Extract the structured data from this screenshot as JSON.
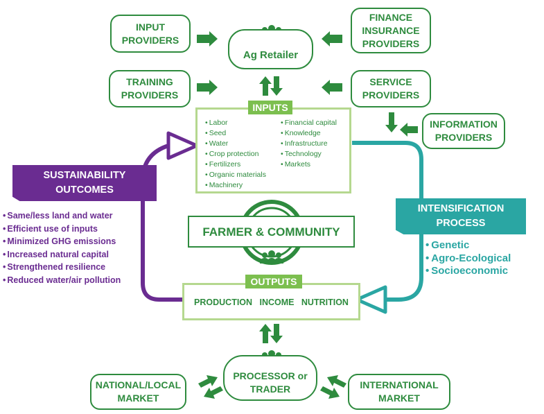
{
  "colors": {
    "green": "#2e8b3e",
    "light_green": "#7cbf4f",
    "pale_green": "#b5d88f",
    "purple": "#6a2c91",
    "teal": "#2aa6a3"
  },
  "nodes": {
    "input_providers": [
      "INPUT",
      "PROVIDERS"
    ],
    "finance_providers": [
      "FINANCE",
      "INSURANCE",
      "PROVIDERS"
    ],
    "ag_retailer": "Ag Retailer",
    "training_providers": [
      "TRAINING",
      "PROVIDERS"
    ],
    "service_providers": [
      "SERVICE",
      "PROVIDERS"
    ],
    "information_providers": [
      "INFORMATION",
      "PROVIDERS"
    ],
    "farmer_community": "FARMER & COMMUNITY",
    "processor": [
      "PROCESSOR or",
      "TRADER"
    ],
    "national_market": [
      "NATIONAL/LOCAL",
      "MARKET"
    ],
    "international_market": [
      "INTERNATIONAL",
      "MARKET"
    ]
  },
  "inputs": {
    "title": "INPUTS",
    "left_items": [
      "Labor",
      "Seed",
      "Water",
      "Crop protection",
      "Fertilizers",
      "Organic materials",
      "Machinery"
    ],
    "right_items": [
      "Financial capital",
      "Knowledge",
      "Infrastructure",
      "Technology",
      "Markets"
    ]
  },
  "outputs": {
    "title": "OUTPUTS",
    "items": [
      "PRODUCTION",
      "INCOME",
      "NUTRITION"
    ]
  },
  "sustainability": {
    "title": [
      "SUSTAINABILITY",
      "OUTCOMES"
    ],
    "items": [
      "Same/less land and water",
      "Efficient use of inputs",
      "Minimized GHG emissions",
      "Increased natural capital",
      "Strengthened resilience",
      "Reduced water/air pollution"
    ]
  },
  "intensification": {
    "title": [
      "INTENSIFICATION",
      "PROCESS"
    ],
    "items": [
      "Genetic",
      "Agro-Ecological",
      "Socioeconomic"
    ]
  },
  "icons": [
    "people-icon"
  ]
}
